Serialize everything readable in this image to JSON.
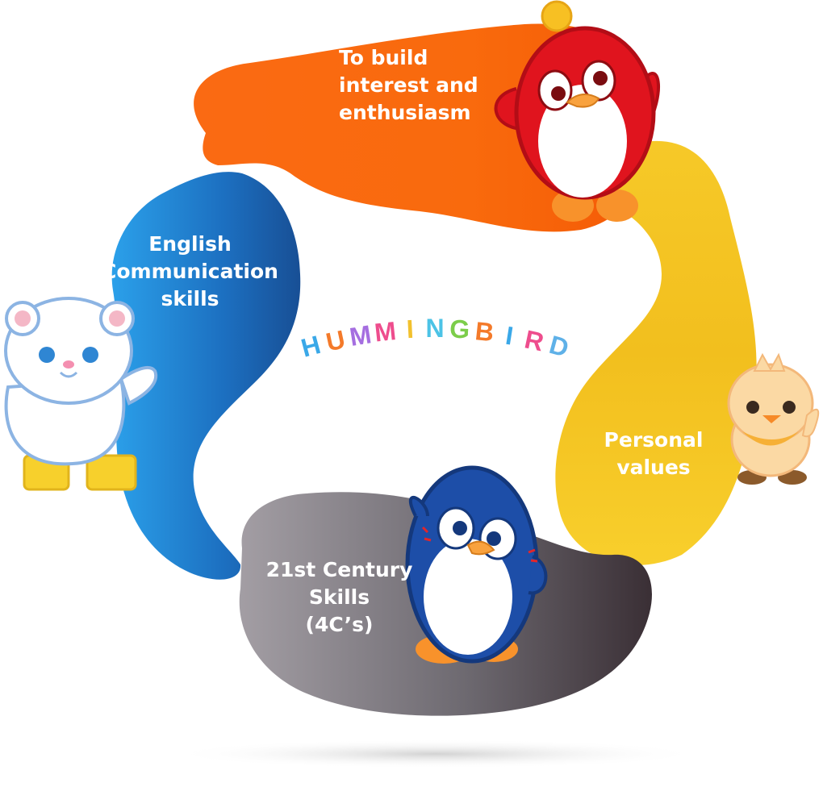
{
  "logo": {
    "text": "HUMMINGBIRD",
    "letter_colors": [
      "#3aa8e8",
      "#f47a2a",
      "#a56ee0",
      "#ee4d8d",
      "#f2c12e",
      "#4cc3e6",
      "#7ccd4a",
      "#f47a2a",
      "#3aa8e8",
      "#ee4d8d",
      "#5fb1e8"
    ]
  },
  "segments": [
    {
      "id": "orange",
      "label": "To build\ninterest and\nenthusiasm",
      "color": "#f96a0d",
      "mascot": "red-penguin"
    },
    {
      "id": "yellow",
      "label": "Personal\nvalues",
      "color": "#f3c01c",
      "mascot": "chick"
    },
    {
      "id": "gray",
      "label": "21st Century\nSkills\n(4C’s)",
      "color": "#6d6970",
      "mascot": "blue-penguin"
    },
    {
      "id": "blue",
      "label": "English\nCommunication\nskills",
      "color": "#1e88d8",
      "mascot": "polar-bear"
    }
  ]
}
